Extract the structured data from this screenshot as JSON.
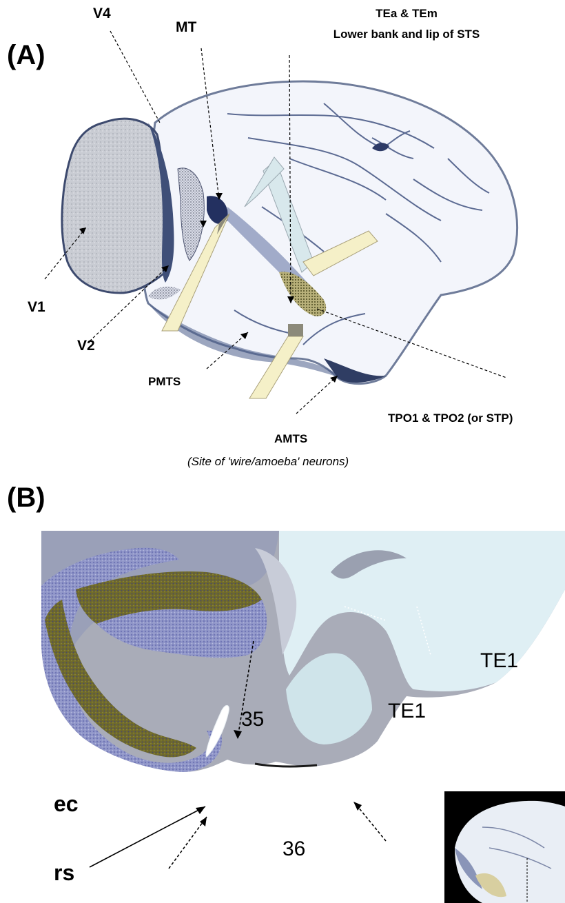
{
  "panel_a": {
    "letter": "(A)",
    "labels": {
      "v4": "V4",
      "mt": "MT",
      "tea_line1": "TEa & TEm",
      "tea_line2": "Lower bank and lip of STS",
      "v1": "V1",
      "v2": "V2",
      "pmts": "PMTS",
      "tpo": "TPO1 & TPO2 (or STP)",
      "amts": "AMTS",
      "amts_note": "(Site of 'wire/amoeba' neurons)"
    },
    "colors": {
      "brain_surface": "#f3f5fb",
      "lateral_view_shadow": "#6f7c9a",
      "probe": "#f5f0c8"
    }
  },
  "panel_b": {
    "letter": "(B)",
    "labels": {
      "te1_upper": "TE1",
      "te1_lower": "TE1",
      "area_35": "35",
      "area_36": "36",
      "ec": "ec",
      "rs": "rs"
    },
    "colors": {
      "white_matter": "#dfeff4",
      "grey_matter": "#a9acb8",
      "stain_blue": "#7a82c4",
      "stain_olive": "#6f6a2a",
      "inset_bg": "#000000"
    }
  }
}
